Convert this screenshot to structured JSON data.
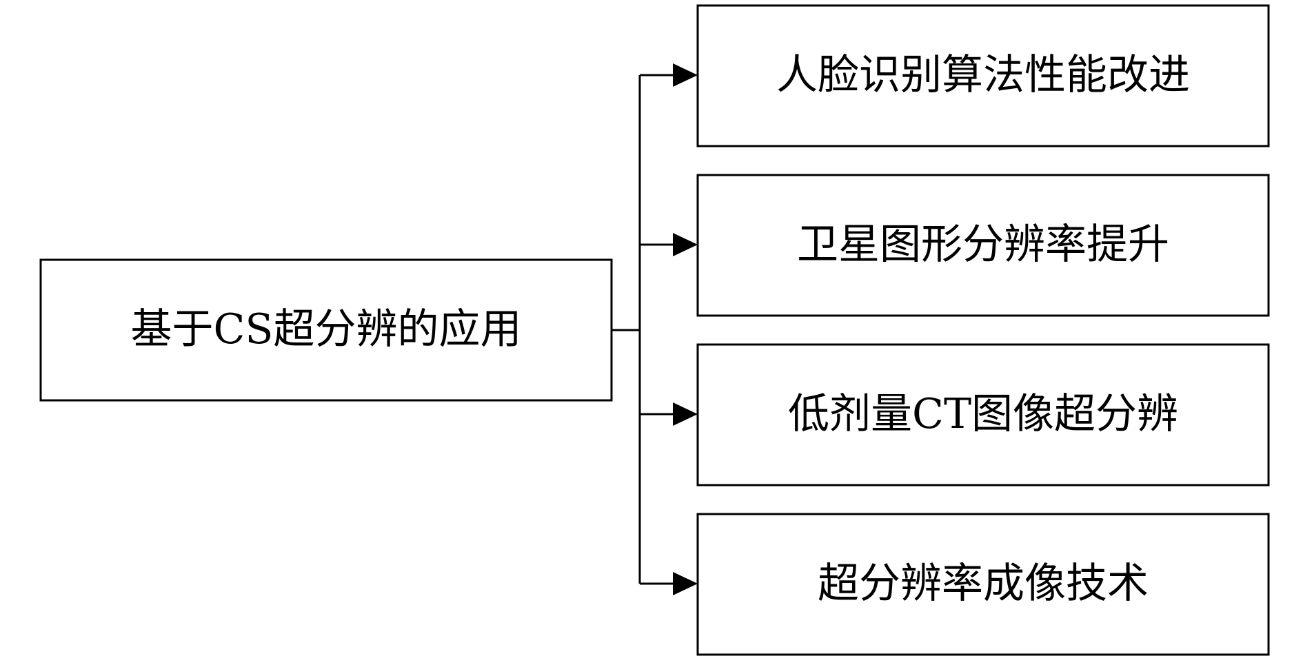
{
  "root": {
    "label": "基于CS超分辨的应用"
  },
  "children": [
    {
      "label": "人脸识别算法性能改进"
    },
    {
      "label": "卫星图形分辨率提升"
    },
    {
      "label": "低剂量CT图像超分辨"
    },
    {
      "label": "超分辨率成像技术"
    }
  ],
  "colors": {
    "stroke": "#000000",
    "background": "#ffffff"
  }
}
